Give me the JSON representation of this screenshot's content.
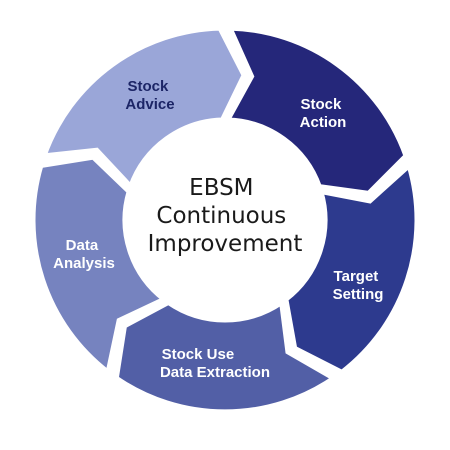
{
  "center": {
    "lines": [
      "EBSM",
      "Continuous",
      "Improvement"
    ]
  },
  "segments": [
    {
      "id": "stock-action",
      "lines": [
        "Stock",
        "Action"
      ],
      "color": "#25277a"
    },
    {
      "id": "target-setting",
      "lines": [
        "Target",
        "Setting"
      ],
      "color": "#2d3a8e"
    },
    {
      "id": "stock-use-data-extraction",
      "lines": [
        "Stock Use",
        "Data Extraction"
      ],
      "color": "#525fa6"
    },
    {
      "id": "data-analysis",
      "lines": [
        "Data",
        "Analysis"
      ],
      "color": "#7683bf"
    },
    {
      "id": "stock-advice",
      "lines": [
        "Stock",
        "Advice"
      ],
      "color": "#9aa6d8"
    }
  ],
  "colors": {
    "dark_label": "#1c2566",
    "light_label": "#ffffff",
    "gap": "#ffffff"
  }
}
